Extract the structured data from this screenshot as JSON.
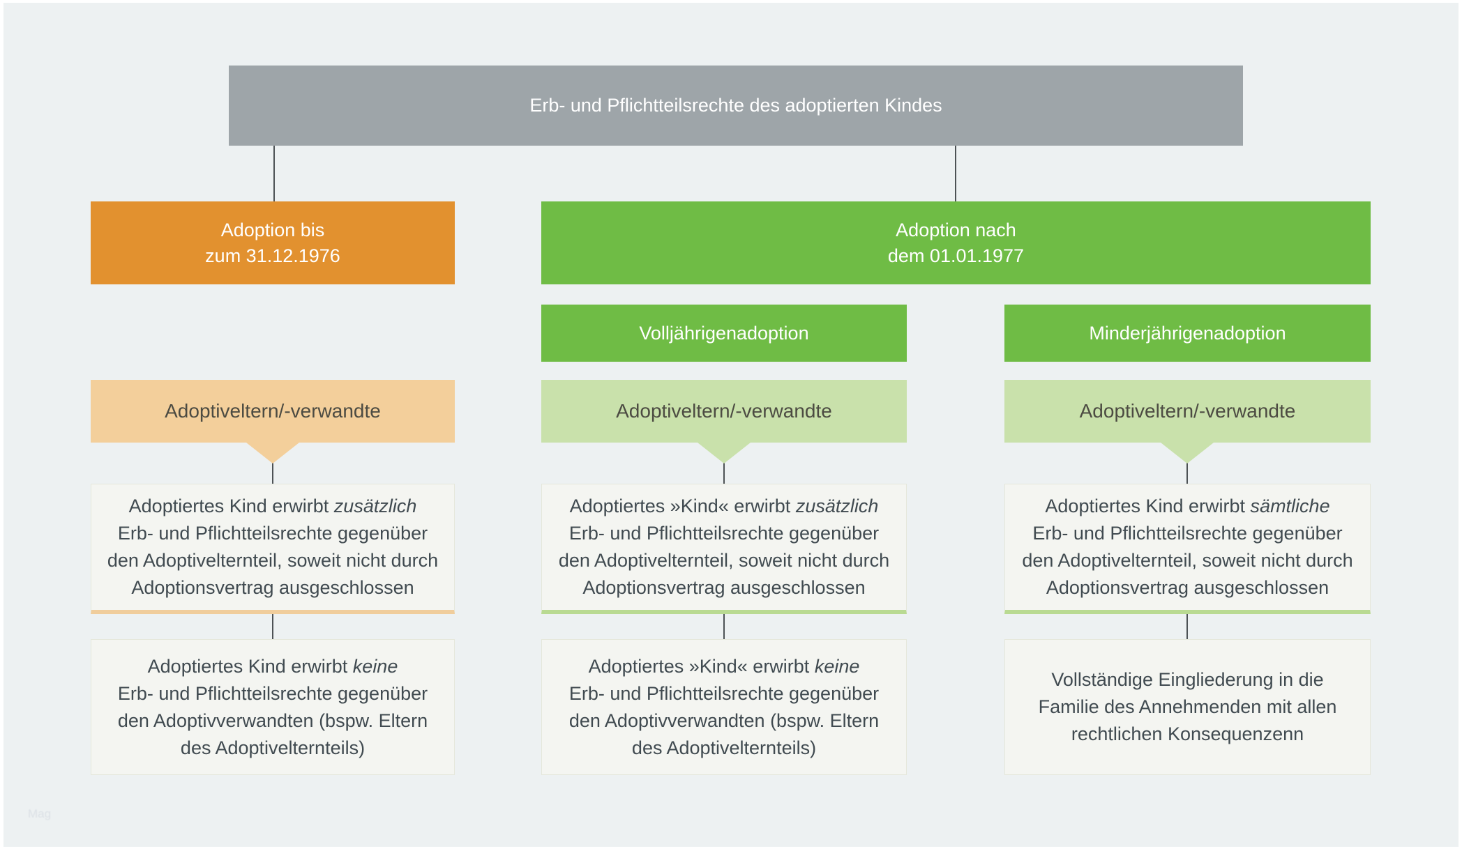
{
  "canvas": {
    "background": "#edf1f2",
    "frame": "#ffffff"
  },
  "colors": {
    "header_gray": "#9ea5a9",
    "accent_orange": "#e2912f",
    "light_orange": "#f3cf9b",
    "accent_green": "#6fbc45",
    "light_green": "#c9e1ab",
    "card_background": "#f4f5f1",
    "card_accent_orange": "#f0cd9c",
    "card_accent_green": "#b9da92",
    "connector": "#4d5255",
    "text_dark": "#404a50",
    "text_white": "#ffffff"
  },
  "watermark": {
    "text": "Mag"
  },
  "root": {
    "title": "Erb- und Pflichtteilsrechte des adoptierten Kindes"
  },
  "branches": {
    "pre1977": {
      "era": "Adoption bis\nzum 31.12.1976",
      "audience": "Adoptiveltern/-verwandte",
      "card1": {
        "segments": [
          {
            "text": "Adoptiertes Kind erwirbt "
          },
          {
            "text": "zusätzlich",
            "italic": true
          },
          {
            "text": "\nErb- und Pflichtteilsrechte gegenüber\nden Adoptivelternteil, soweit nicht durch\nAdoptionsvertrag ausgeschlossen"
          }
        ]
      },
      "card2": {
        "segments": [
          {
            "text": "Adoptiertes Kind erwirbt "
          },
          {
            "text": "keine",
            "italic": true
          },
          {
            "text": "\nErb- und Pflichtteilsrechte gegenüber\nden Adoptivverwandten (bspw. Eltern\ndes Adoptivelternteils)"
          }
        ]
      }
    },
    "post1977": {
      "era": "Adoption nach\ndem 01.01.1977",
      "adult": {
        "label": "Volljährigenadoption",
        "audience": "Adoptiveltern/-verwandte",
        "card1": {
          "segments": [
            {
              "text": "Adoptiertes »Kind« erwirbt "
            },
            {
              "text": "zusätzlich",
              "italic": true
            },
            {
              "text": "\nErb- und Pflichtteilsrechte gegenüber\nden Adoptivelternteil, soweit nicht durch\nAdoptionsvertrag ausgeschlossen"
            }
          ]
        },
        "card2": {
          "segments": [
            {
              "text": "Adoptiertes »Kind« erwirbt "
            },
            {
              "text": "keine",
              "italic": true
            },
            {
              "text": "\nErb- und Pflichtteilsrechte gegenüber\nden Adoptivverwandten (bspw. Eltern\ndes Adoptivelternteils)"
            }
          ]
        }
      },
      "minor": {
        "label": "Minderjährigenadoption",
        "audience": "Adoptiveltern/-verwandte",
        "card1": {
          "segments": [
            {
              "text": "Adoptiertes Kind erwirbt "
            },
            {
              "text": "sämtliche",
              "italic": true
            },
            {
              "text": "\nErb- und Pflichtteilsrechte gegenüber\nden Adoptivelternteil, soweit nicht durch\nAdoptionsvertrag ausgeschlossen"
            }
          ]
        },
        "card2": {
          "segments": [
            {
              "text": "Vollständige Eingliederung in die\nFamilie des Annehmenden mit allen\nrechtlichen Konsequenzenn"
            }
          ]
        }
      }
    }
  }
}
